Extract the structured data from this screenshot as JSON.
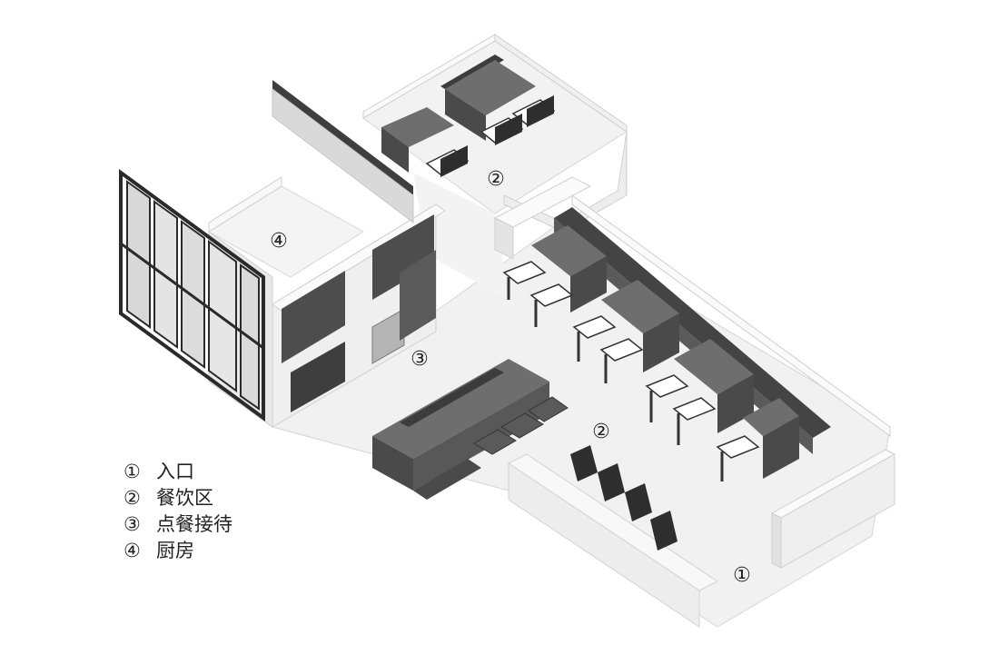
{
  "zone_markers": [
    {
      "id": "entrance",
      "label": "①"
    },
    {
      "id": "dining-top",
      "label": "②"
    },
    {
      "id": "dining-main",
      "label": "②"
    },
    {
      "id": "reception",
      "label": "③"
    },
    {
      "id": "kitchen",
      "label": "④"
    }
  ],
  "legend": [
    {
      "num": "①",
      "text": "入口"
    },
    {
      "num": "②",
      "text": "餐饮区"
    },
    {
      "num": "③",
      "text": "点餐接待"
    },
    {
      "num": "④",
      "text": "厨房"
    }
  ],
  "colors": {
    "background": "#ffffff",
    "floor": "#f1f1f1",
    "wall_light": "#ececec",
    "wall_top": "#fafafa",
    "furniture_top": "#6e6e6e",
    "furniture_side": "#4a4a4a",
    "furniture_dark": "#3c3c3c",
    "glass": "#d8d8d8",
    "text": "#222222"
  }
}
